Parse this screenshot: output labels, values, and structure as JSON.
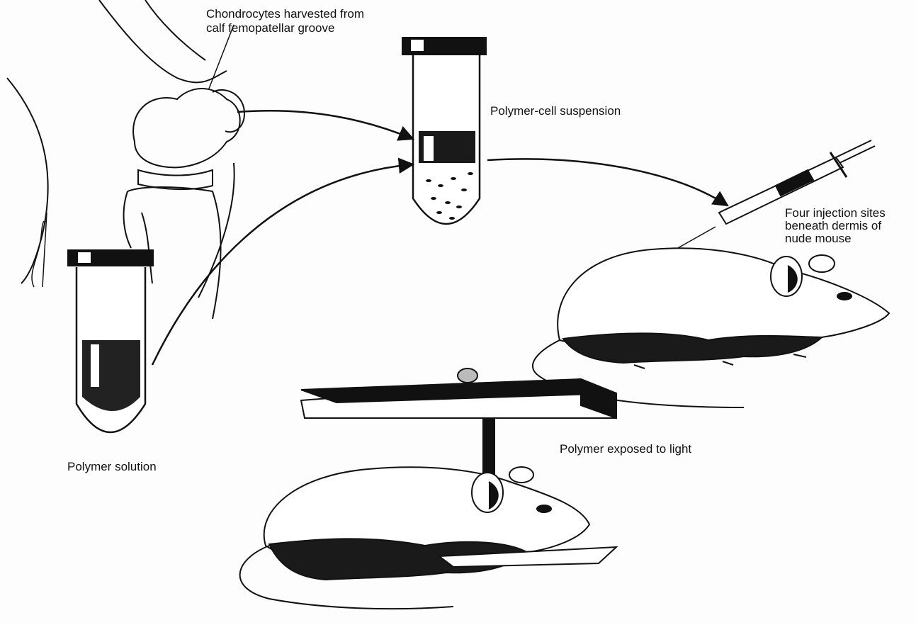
{
  "labels": {
    "harvest_line1": "Chondrocytes harvested from",
    "harvest_line2": "calf femopatellar groove",
    "suspension": "Polymer-cell suspension",
    "injection_line1": "Four injection sites",
    "injection_line2": "beneath dermis of",
    "injection_line3": "nude mouse",
    "solution": "Polymer solution",
    "light": "Polymer exposed to light"
  },
  "colors": {
    "ink": "#111111",
    "paper": "#fdfdfd"
  }
}
